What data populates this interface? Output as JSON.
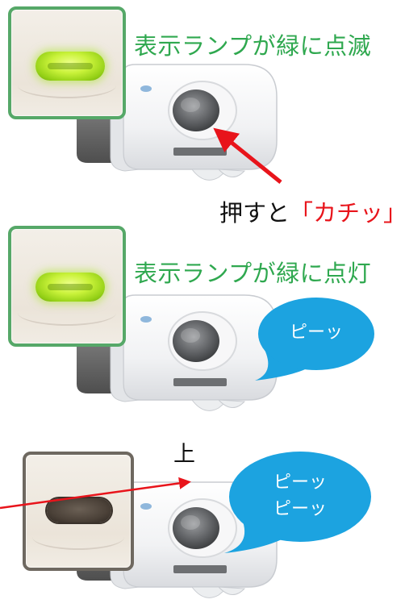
{
  "steps": [
    {
      "lamp_state": "on",
      "caption": "表示ランプが緑に点滅"
    },
    {
      "lamp_state": "on",
      "caption": "表示ランプが緑に点灯",
      "bubble": [
        "ピーッ"
      ]
    },
    {
      "lamp_state": "off",
      "arrow_label": "上",
      "bubble": [
        "ピーッ",
        "ピーッ"
      ]
    }
  ],
  "press_note": {
    "prefix": "押すと",
    "quote": "「カチッ」"
  },
  "colors": {
    "lamp_green": "#c9f23a",
    "caption_green": "#2fa84f",
    "accent_red": "#e8141b",
    "bubble_blue": "#1ca3e0",
    "panel_border_green": "#56a868"
  },
  "icons": [
    "device-icon",
    "lamp-icon",
    "arrow-icon",
    "speech-bubble-icon"
  ]
}
